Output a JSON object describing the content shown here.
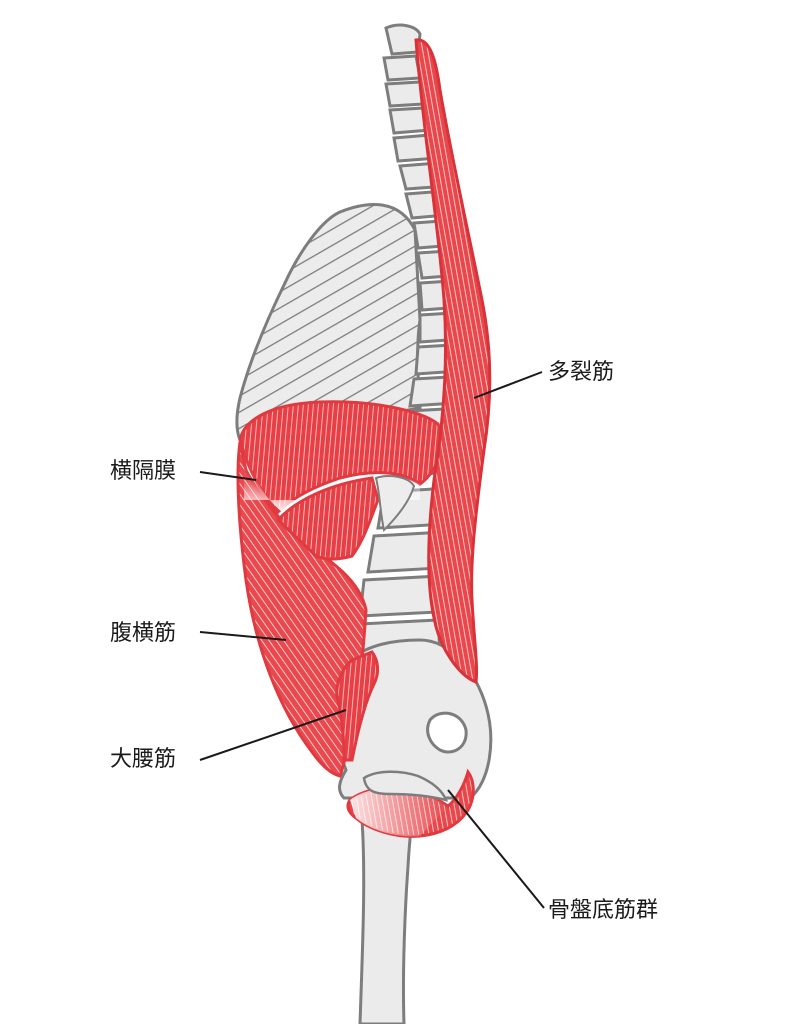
{
  "labels": {
    "multifidus": "多裂筋",
    "diaphragm": "横隔膜",
    "transversus_abdominis": "腹横筋",
    "psoas_major": "大腰筋",
    "pelvic_floor": "骨盤底筋群"
  },
  "colors": {
    "muscle": "#e8474c",
    "muscle_dark": "#d93238",
    "muscle_light": "#f6a8a8",
    "bone_fill": "#ebebeb",
    "bone_outline": "#7d7d7d",
    "leader_line": "#1a1a1a"
  }
}
